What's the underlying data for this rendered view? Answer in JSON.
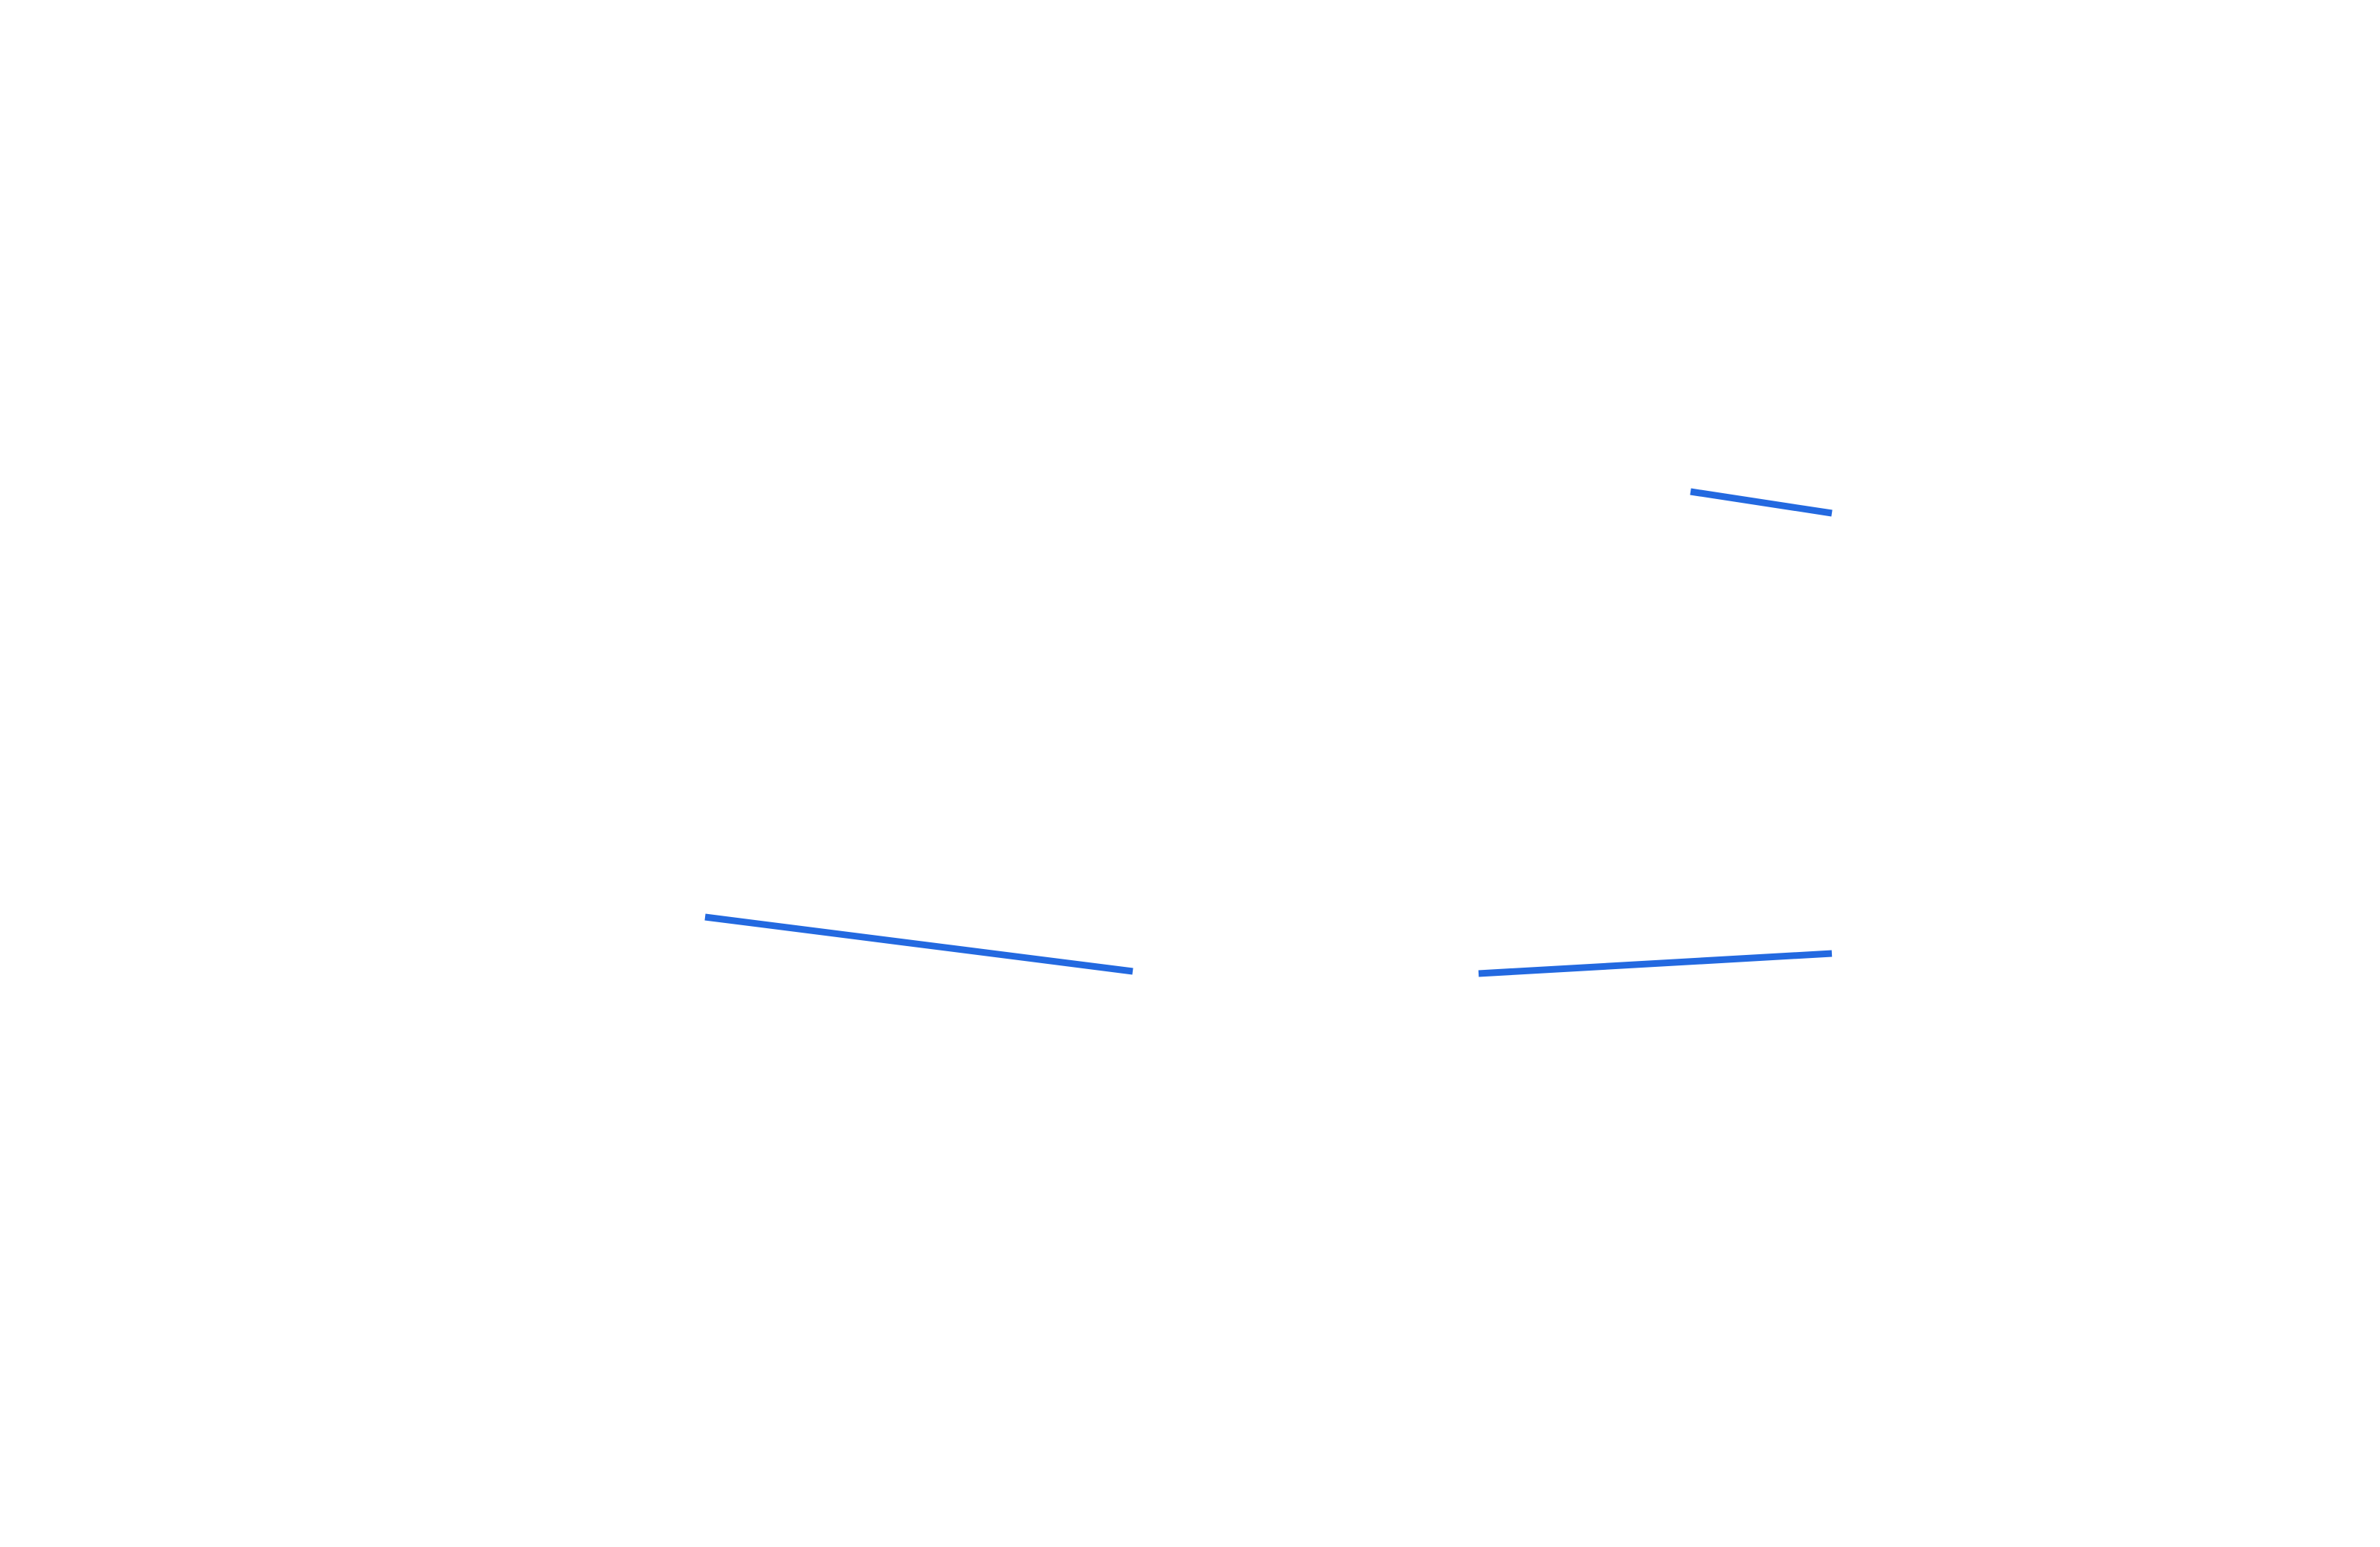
{
  "canvas": {
    "background_color": "#ffffff",
    "stroke_color": "#2369e0",
    "stroke_count": 3,
    "segments": [
      {
        "name": "stroke-left"
      },
      {
        "name": "stroke-right-lower"
      },
      {
        "name": "stroke-right-upper"
      }
    ]
  }
}
